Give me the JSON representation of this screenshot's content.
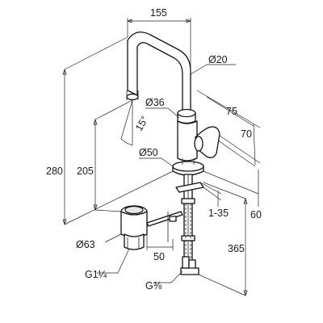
{
  "diagram": {
    "labels": {
      "spout_reach": "155",
      "spout_diameter": "Ø20",
      "body_diameter": "Ø36",
      "swivel_angle": "15°",
      "handle_depth_a": "75",
      "handle_depth_b": "70",
      "base_diameter": "Ø50",
      "total_height": "280",
      "spout_height": "205",
      "deck_thickness": "1-35",
      "base_offset": "60",
      "hose_length": "365",
      "waste_diameter": "Ø63",
      "waste_offset": "50",
      "waste_thread": "G1¼",
      "hose_thread": "G⅜"
    }
  }
}
